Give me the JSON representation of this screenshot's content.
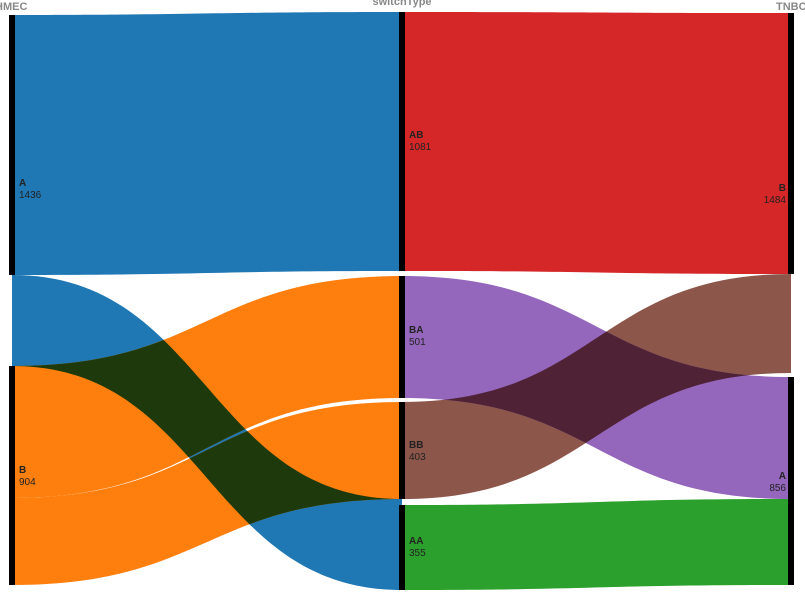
{
  "chart_data": {
    "type": "parallel-categories",
    "dimensions": [
      {
        "label": "HMEC",
        "categories": [
          {
            "name": "A",
            "count": "1436"
          },
          {
            "name": "B",
            "count": "904"
          }
        ]
      },
      {
        "label": "switchType",
        "categories": [
          {
            "name": "AB",
            "count": "1081"
          },
          {
            "name": "BA",
            "count": "501"
          },
          {
            "name": "BB",
            "count": "403"
          },
          {
            "name": "AA",
            "count": "355"
          }
        ]
      },
      {
        "label": "TNBC",
        "categories": [
          {
            "name": "B",
            "count": "1484"
          },
          {
            "name": "A",
            "count": "856"
          }
        ]
      }
    ],
    "flows_left": [
      {
        "from": "A",
        "to": "AB",
        "value": 1081
      },
      {
        "from": "A",
        "to": "AA",
        "value": 355
      },
      {
        "from": "B",
        "to": "BA",
        "value": 501
      },
      {
        "from": "B",
        "to": "BB",
        "value": 403
      }
    ],
    "flows_right": [
      {
        "from": "AB",
        "to": "B",
        "value": 1081
      },
      {
        "from": "BB",
        "to": "B",
        "value": 403
      },
      {
        "from": "BA",
        "to": "A",
        "value": 501
      },
      {
        "from": "AA",
        "to": "A",
        "value": 355
      }
    ],
    "colors": {
      "A": "#1f77b4",
      "B": "#ff7f0e",
      "AB": "#d62728",
      "BA": "#9467bd",
      "BB": "#8c564b",
      "AA": "#2ca02c",
      "overlap": "#1e3a0c",
      "overlap_right": "#4f2236",
      "bar": "#000000"
    }
  }
}
